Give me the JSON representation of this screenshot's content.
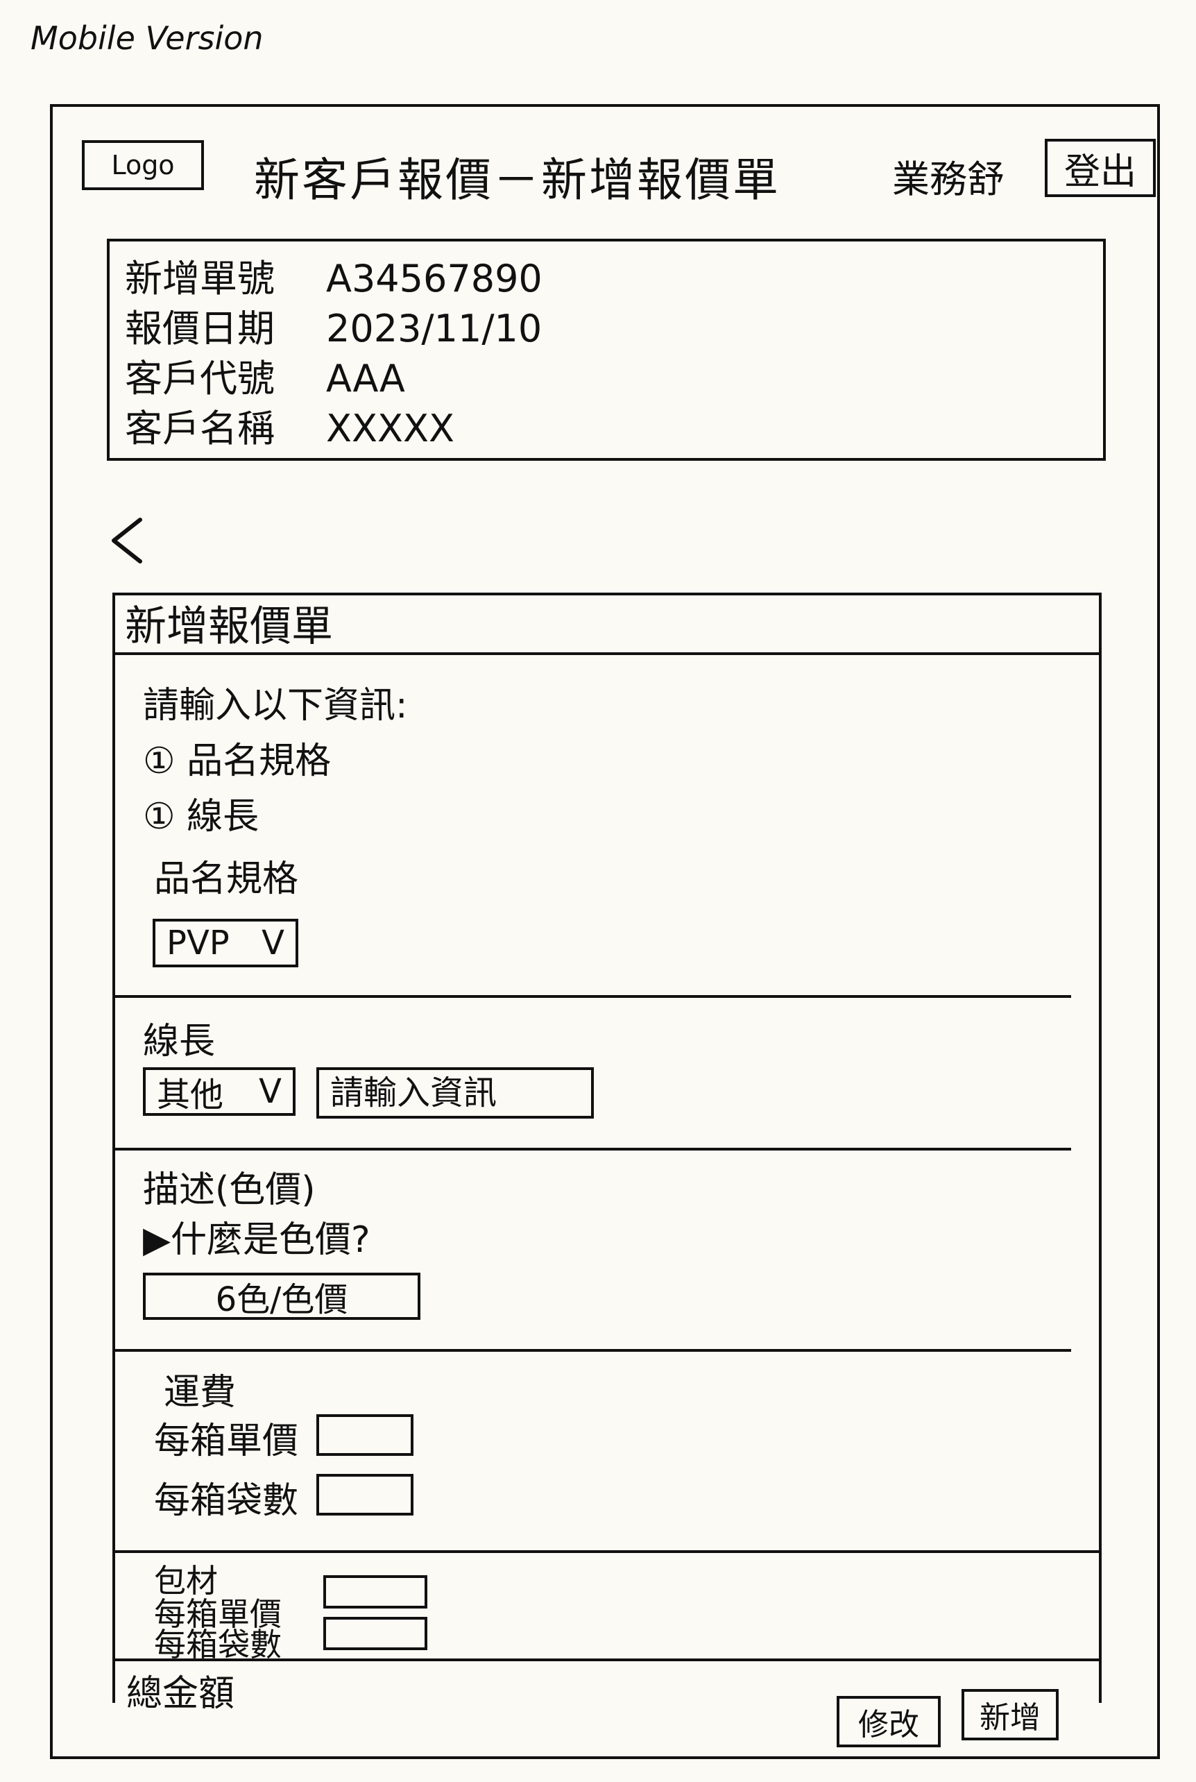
{
  "caption": "Mobile Version",
  "header": {
    "logo": "Logo",
    "title": "新客戶報價－新增報價單",
    "user": "業務舒",
    "logout": "登出"
  },
  "info": {
    "rows": [
      {
        "label": "新增單號",
        "value": "A34567890"
      },
      {
        "label": "報價日期",
        "value": "2023/11/10"
      },
      {
        "label": "客戶代號",
        "value": "AAA"
      },
      {
        "label": "客戶名稱",
        "value": "XXXXX"
      }
    ]
  },
  "back_icon": "chevron-left-icon",
  "form": {
    "title": "新增報價單",
    "intro": {
      "heading": "請輸入以下資訊:",
      "item1": "① 品名規格",
      "item2": "① 線長"
    },
    "spec": {
      "label": "品名規格",
      "value": "PVP",
      "arrow": "V"
    },
    "length": {
      "label": "線長",
      "value": "其他",
      "arrow": "V",
      "placeholder": "請輸入資訊"
    },
    "desc": {
      "label": "描述(色價)",
      "question": "▶什麼是色價?",
      "value": "6色/色價"
    },
    "freight": {
      "label": "運費",
      "unit_price": "每箱單價",
      "count": "每箱袋數"
    },
    "material": {
      "label": "包材",
      "unit_price": "每箱單價",
      "count": "每箱袋數"
    },
    "total": "總金額"
  },
  "footer": {
    "modify": "修改",
    "add": "新增"
  }
}
